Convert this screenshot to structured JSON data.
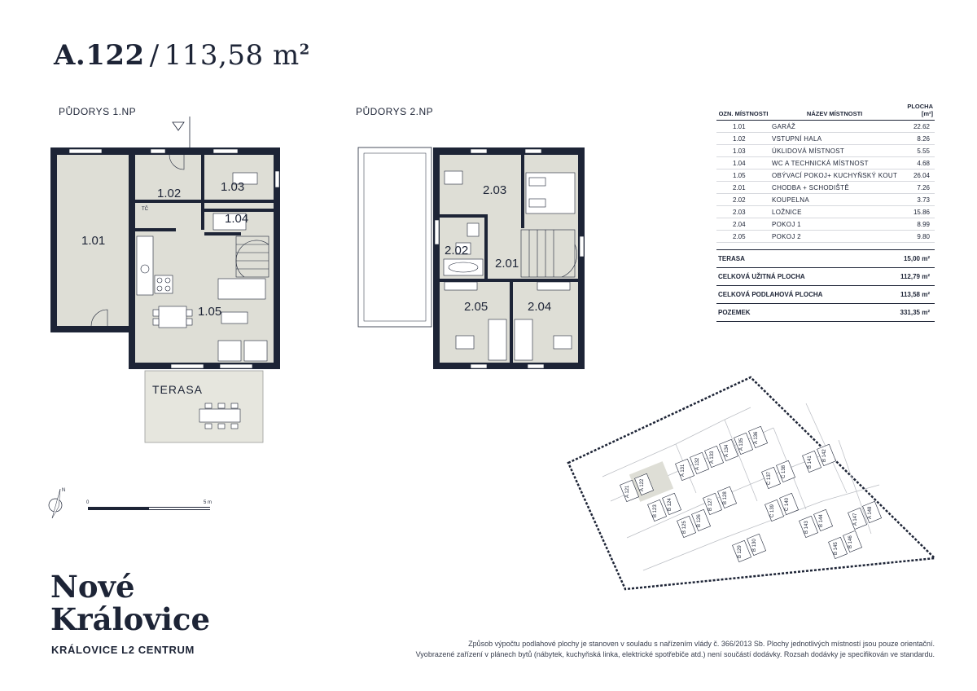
{
  "header": {
    "unit_code": "A.122",
    "separator": "/",
    "area_text": "113,58 m",
    "area_sup": "2"
  },
  "floors": {
    "first": "PŮDORYS 1.NP",
    "second": "PŮDORYS 2.NP"
  },
  "plan_labels": {
    "r101": "1.01",
    "r102": "1.02",
    "r103": "1.03",
    "r104": "1.04",
    "r105": "1.05",
    "r201": "2.01",
    "r202": "2.02",
    "r203": "2.03",
    "r204": "2.04",
    "r205": "2.05",
    "terrace": "TERASA",
    "tc": "TČ"
  },
  "scale": {
    "start": "0",
    "end": "5 m",
    "north": "N"
  },
  "table": {
    "col_code": "OZN. MÍSTNOSTI",
    "col_name": "NÁZEV MÍSTNOSTI",
    "col_area": "PLOCHA [m²]",
    "rows": [
      {
        "code": "1.01",
        "name": "Garáž",
        "area": "22.62"
      },
      {
        "code": "1.02",
        "name": "Vstupní hala",
        "area": "8.26"
      },
      {
        "code": "1.03",
        "name": "Úklidová místnost",
        "area": "5.55"
      },
      {
        "code": "1.04",
        "name": "WC a technická místnost",
        "area": "4.68"
      },
      {
        "code": "1.05",
        "name": "Obývací pokoj+ kuchyňský kout",
        "area": "26.04"
      },
      {
        "code": "2.01",
        "name": "Chodba + schodiště",
        "area": "7.26"
      },
      {
        "code": "2.02",
        "name": "Koupelna",
        "area": "3.73"
      },
      {
        "code": "2.03",
        "name": "Ložnice",
        "area": "15.86"
      },
      {
        "code": "2.04",
        "name": "Pokoj 1",
        "area": "8.99"
      },
      {
        "code": "2.05",
        "name": "Pokoj 2",
        "area": "9.80"
      }
    ]
  },
  "summary": [
    {
      "label": "TERASA",
      "value": "15,00 m²"
    },
    {
      "label": "CELKOVÁ UŽITNÁ PLOCHA",
      "value": "112,79 m²"
    },
    {
      "label": "CELKOVÁ PODLAHOVÁ PLOCHA",
      "value": "113,58 m²"
    },
    {
      "label": "POZEMEK",
      "value": "331,35 m²"
    }
  ],
  "site_plan": {
    "plots": [
      "A 121",
      "A 122",
      "A 131",
      "A 132",
      "A 133",
      "A 134",
      "A 135",
      "A 136",
      "B 123",
      "B 124",
      "B 125",
      "B 126",
      "B 127",
      "B 128",
      "B 129",
      "B 130",
      "C 137",
      "C 138",
      "C 139",
      "C 140",
      "B 141",
      "B 142",
      "B 143",
      "B 144",
      "B 145",
      "B 146",
      "A 147",
      "A 148"
    ]
  },
  "brand": {
    "line1": "Nové",
    "line2": "Královice",
    "sub": "KRÁLOVICE L2 CENTRUM"
  },
  "footnote": {
    "line1": "Způsob výpočtu podlahové plochy je stanoven v souladu s nařízením vlády č. 366/2013 Sb. Plochy jednotlivých místností jsou pouze orientační.",
    "line2": "Vyobrazené zařízení v plánech bytů (nábytek, kuchyňská linka, elektrické spotřebiče atd.) není součástí dodávky. Rozsah dodávky je specifikován ve standardu."
  },
  "colors": {
    "wall": "#1d2436",
    "floor_fill": "#deded6",
    "terrace_fill": "#e6e6de"
  }
}
